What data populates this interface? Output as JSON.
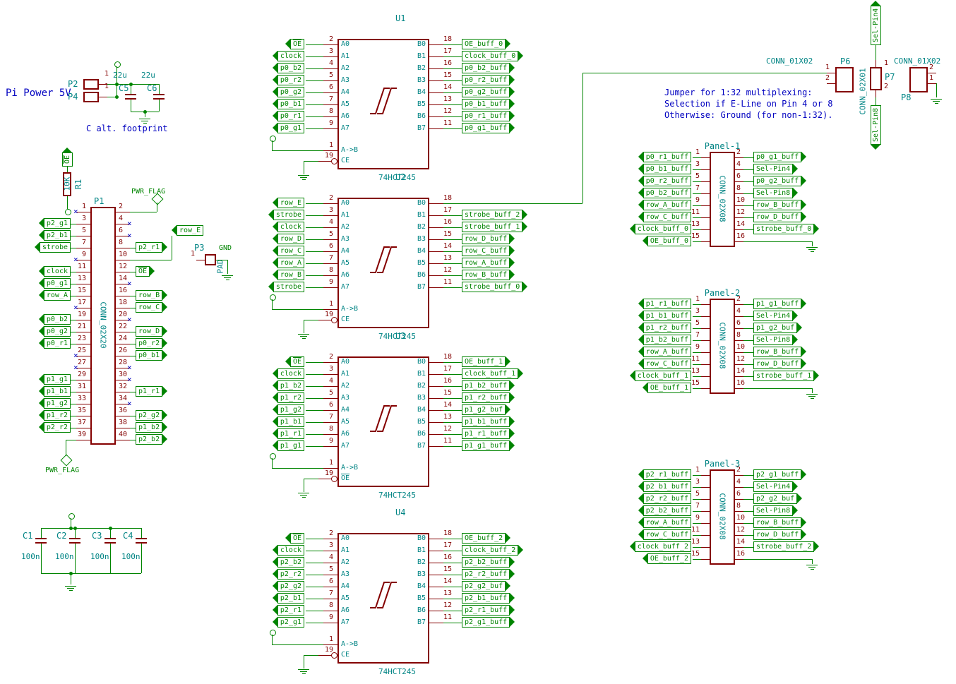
{
  "colors": {
    "wire": "#008400",
    "component": "#840000",
    "pin_number": "#840000",
    "pin_name": "#008484",
    "reference": "#008484",
    "note": "#0000C0",
    "noconnect": "#0000C0",
    "background": "#ffffff"
  },
  "notes": {
    "power_title": "Pi Power 5V",
    "cap_note": "C alt. footprint",
    "jumper_note_line1": "Jumper for 1:32 multiplexing:",
    "jumper_note_line2": "Selection if E-Line on Pin 4 or 8",
    "jumper_note_line3": "Otherwise: Ground (for non-1:32)."
  },
  "power_flag_label": "PWR_FLAG",
  "buffers": [
    {
      "ref": "U1",
      "value": "74HCT245",
      "a_pins": [
        {
          "num": "2",
          "name": "A0",
          "label": "OE",
          "overline": true
        },
        {
          "num": "3",
          "name": "A1",
          "label": "clock"
        },
        {
          "num": "4",
          "name": "A2",
          "label": "p0_b2"
        },
        {
          "num": "5",
          "name": "A3",
          "label": "p0_r2"
        },
        {
          "num": "6",
          "name": "A4",
          "label": "p0_g2"
        },
        {
          "num": "7",
          "name": "A5",
          "label": "p0_b1"
        },
        {
          "num": "8",
          "name": "A6",
          "label": "p0_r1"
        },
        {
          "num": "9",
          "name": "A7",
          "label": "p0_g1"
        }
      ],
      "b_pins": [
        {
          "num": "18",
          "name": "B0",
          "label": "OE_buff_0"
        },
        {
          "num": "17",
          "name": "B1",
          "label": "clock_buff_0"
        },
        {
          "num": "16",
          "name": "B2",
          "label": "p0_b2_buff"
        },
        {
          "num": "15",
          "name": "B3",
          "label": "p0_r2_buff"
        },
        {
          "num": "14",
          "name": "B4",
          "label": "p0_g2_buff"
        },
        {
          "num": "13",
          "name": "B5",
          "label": "p0_b1_buff"
        },
        {
          "num": "12",
          "name": "B6",
          "label": "p0_r1_buff"
        },
        {
          "num": "11",
          "name": "B7",
          "label": "p0_g1_buff"
        }
      ],
      "dir_pin": {
        "num": "1",
        "name": "A->B"
      },
      "enable_pin": {
        "num": "19",
        "name": "CE"
      }
    },
    {
      "ref": "U2",
      "value": "74HCT245",
      "a_pins": [
        {
          "num": "2",
          "name": "A0",
          "label": "row_E"
        },
        {
          "num": "3",
          "name": "A1",
          "label": "strobe"
        },
        {
          "num": "4",
          "name": "A2",
          "label": "clock"
        },
        {
          "num": "5",
          "name": "A3",
          "label": "row_D"
        },
        {
          "num": "6",
          "name": "A4",
          "label": "row_C"
        },
        {
          "num": "7",
          "name": "A5",
          "label": "row_A"
        },
        {
          "num": "8",
          "name": "A6",
          "label": "row_B"
        },
        {
          "num": "9",
          "name": "A7",
          "label": "strobe"
        }
      ],
      "b_pins": [
        {
          "num": "18",
          "name": "B0",
          "label": null
        },
        {
          "num": "17",
          "name": "B1",
          "label": "strobe_buff_2"
        },
        {
          "num": "16",
          "name": "B2",
          "label": "strobe_buff_1"
        },
        {
          "num": "15",
          "name": "B3",
          "label": "row_D_buff"
        },
        {
          "num": "14",
          "name": "B4",
          "label": "row_C_buff"
        },
        {
          "num": "13",
          "name": "B5",
          "label": "row_A_buff"
        },
        {
          "num": "12",
          "name": "B6",
          "label": "row_B_buff"
        },
        {
          "num": "11",
          "name": "B7",
          "label": "strobe_buff_0"
        }
      ],
      "dir_pin": {
        "num": "1",
        "name": "A->B"
      },
      "enable_pin": {
        "num": "19",
        "name": "CE"
      }
    },
    {
      "ref": "U3",
      "value": "74HCT245",
      "a_pins": [
        {
          "num": "2",
          "name": "A0",
          "label": "OE",
          "overline": true
        },
        {
          "num": "3",
          "name": "A1",
          "label": "clock"
        },
        {
          "num": "4",
          "name": "A2",
          "label": "p1_b2"
        },
        {
          "num": "5",
          "name": "A3",
          "label": "p1_r2"
        },
        {
          "num": "6",
          "name": "A4",
          "label": "p1_g2"
        },
        {
          "num": "7",
          "name": "A5",
          "label": "p1_b1"
        },
        {
          "num": "8",
          "name": "A6",
          "label": "p1_r1"
        },
        {
          "num": "9",
          "name": "A7",
          "label": "p1_g1"
        }
      ],
      "b_pins": [
        {
          "num": "18",
          "name": "B0",
          "label": "OE_buff_1"
        },
        {
          "num": "17",
          "name": "B1",
          "label": "clock_buff_1"
        },
        {
          "num": "16",
          "name": "B2",
          "label": "p1_b2_buff"
        },
        {
          "num": "15",
          "name": "B3",
          "label": "p1_r2_buff"
        },
        {
          "num": "14",
          "name": "B4",
          "label": "p1_g2_buf"
        },
        {
          "num": "13",
          "name": "B5",
          "label": "p1_b1_buff"
        },
        {
          "num": "12",
          "name": "B6",
          "label": "p1_r1_buff"
        },
        {
          "num": "11",
          "name": "B7",
          "label": "p1_g1_buff"
        }
      ],
      "dir_pin": {
        "num": "1",
        "name": "A->B"
      },
      "enable_pin": {
        "num": "19",
        "name": "OE",
        "overline": true
      }
    },
    {
      "ref": "U4",
      "value": "74HCT245",
      "a_pins": [
        {
          "num": "2",
          "name": "A0",
          "label": "OE",
          "overline": true
        },
        {
          "num": "3",
          "name": "A1",
          "label": "clock"
        },
        {
          "num": "4",
          "name": "A2",
          "label": "p2_b2"
        },
        {
          "num": "5",
          "name": "A3",
          "label": "p2_r2"
        },
        {
          "num": "6",
          "name": "A4",
          "label": "p2_g2"
        },
        {
          "num": "7",
          "name": "A5",
          "label": "p2_b1"
        },
        {
          "num": "8",
          "name": "A6",
          "label": "p2_r1"
        },
        {
          "num": "9",
          "name": "A7",
          "label": "p2_g1"
        }
      ],
      "b_pins": [
        {
          "num": "18",
          "name": "B0",
          "label": "OE_buff_2"
        },
        {
          "num": "17",
          "name": "B1",
          "label": "clock_buff_2"
        },
        {
          "num": "16",
          "name": "B2",
          "label": "p2_b2_buff"
        },
        {
          "num": "15",
          "name": "B3",
          "label": "p2_r2_buff"
        },
        {
          "num": "14",
          "name": "B4",
          "label": "p2_g2_buf"
        },
        {
          "num": "13",
          "name": "B5",
          "label": "p2_b1_buff"
        },
        {
          "num": "12",
          "name": "B6",
          "label": "p2_r1_buff"
        },
        {
          "num": "11",
          "name": "B7",
          "label": "p2_g1_buff"
        }
      ],
      "dir_pin": {
        "num": "1",
        "name": "A->B"
      },
      "enable_pin": {
        "num": "19",
        "name": "CE"
      }
    }
  ],
  "gpio_header": {
    "ref": "P1",
    "value": "CONN_02X20",
    "left_pins": [
      {
        "num": "1",
        "nc": true
      },
      {
        "num": "3",
        "label": "p2_g1"
      },
      {
        "num": "5",
        "label": "p2_b1"
      },
      {
        "num": "7",
        "label": "strobe"
      },
      {
        "num": "9",
        "nc": true
      },
      {
        "num": "11",
        "label": "clock"
      },
      {
        "num": "13",
        "label": "p0_g1"
      },
      {
        "num": "15",
        "label": "row_A"
      },
      {
        "num": "17",
        "nc": true
      },
      {
        "num": "19",
        "label": "p0_b2"
      },
      {
        "num": "21",
        "label": "p0_g2"
      },
      {
        "num": "23",
        "label": "p0_r1"
      },
      {
        "num": "25",
        "nc": true
      },
      {
        "num": "27",
        "nc": true
      },
      {
        "num": "29",
        "label": "p1_g1"
      },
      {
        "num": "31",
        "label": "p1_b1"
      },
      {
        "num": "33",
        "label": "p1_g2"
      },
      {
        "num": "35",
        "label": "p1_r2"
      },
      {
        "num": "37",
        "label": "p2_r2"
      },
      {
        "num": "39",
        "pwr_flag": true
      }
    ],
    "right_pins": [
      {
        "num": "2",
        "pwr_flag": true
      },
      {
        "num": "4",
        "nc": true
      },
      {
        "num": "6",
        "nc": true
      },
      {
        "num": "8",
        "label": "p2_r1"
      },
      {
        "num": "10",
        "label": "row_E",
        "riser": true
      },
      {
        "num": "12",
        "label": "OE",
        "overline": true
      },
      {
        "num": "14",
        "nc": true
      },
      {
        "num": "16",
        "label": "row_B"
      },
      {
        "num": "18",
        "label": "row_C"
      },
      {
        "num": "20",
        "nc": true
      },
      {
        "num": "22",
        "label": "row_D"
      },
      {
        "num": "24",
        "label": "p0_r2"
      },
      {
        "num": "26",
        "label": "p0_b1"
      },
      {
        "num": "28",
        "nc": true
      },
      {
        "num": "30",
        "nc": true
      },
      {
        "num": "32",
        "label": "p1_r1"
      },
      {
        "num": "34",
        "nc": true
      },
      {
        "num": "36",
        "label": "p2_g2"
      },
      {
        "num": "38",
        "label": "p1_b2"
      },
      {
        "num": "40",
        "label": "p2_b2"
      }
    ]
  },
  "panels": [
    {
      "title": "Panel-1",
      "value": "CONN_02X08",
      "left_pins": [
        {
          "num": "1",
          "label": "p0_r1_buff"
        },
        {
          "num": "3",
          "label": "p0_b1_buff"
        },
        {
          "num": "5",
          "label": "p0_r2_buff"
        },
        {
          "num": "7",
          "label": "p0_b2_buff"
        },
        {
          "num": "9",
          "label": "row_A_buff"
        },
        {
          "num": "11",
          "label": "row_C_buff"
        },
        {
          "num": "13",
          "label": "clock_buff_0"
        },
        {
          "num": "15",
          "label": "OE_buff_0"
        }
      ],
      "right_pins": [
        {
          "num": "2",
          "label": "p0_g1_buff"
        },
        {
          "num": "4",
          "label": "Sel-Pin4"
        },
        {
          "num": "6",
          "label": "p0_g2_buff"
        },
        {
          "num": "8",
          "label": "Sel-Pin8"
        },
        {
          "num": "10",
          "label": "row_B_buff"
        },
        {
          "num": "12",
          "label": "row_D_buff"
        },
        {
          "num": "14",
          "label": "strobe_buff_0"
        },
        {
          "num": "16",
          "gnd": true
        }
      ]
    },
    {
      "title": "Panel-2",
      "value": "CONN_02X08",
      "left_pins": [
        {
          "num": "1",
          "label": "p1_r1_buff"
        },
        {
          "num": "3",
          "label": "p1_b1_buff"
        },
        {
          "num": "5",
          "label": "p1_r2_buff"
        },
        {
          "num": "7",
          "label": "p1_b2_buff"
        },
        {
          "num": "9",
          "label": "row_A_buff"
        },
        {
          "num": "11",
          "label": "row_C_buff"
        },
        {
          "num": "13",
          "label": "clock_buff_1"
        },
        {
          "num": "15",
          "label": "OE_buff_1"
        }
      ],
      "right_pins": [
        {
          "num": "2",
          "label": "p1_g1_buff"
        },
        {
          "num": "4",
          "label": "Sel-Pin4"
        },
        {
          "num": "6",
          "label": "p1_g2_buf"
        },
        {
          "num": "8",
          "label": "Sel-Pin8"
        },
        {
          "num": "10",
          "label": "row_B_buff"
        },
        {
          "num": "12",
          "label": "row_D_buff"
        },
        {
          "num": "14",
          "label": "strobe_buff_1"
        },
        {
          "num": "16",
          "gnd": true
        }
      ]
    },
    {
      "title": "Panel-3",
      "value": "CONN_02X08",
      "left_pins": [
        {
          "num": "1",
          "label": "p2_r1_buff"
        },
        {
          "num": "3",
          "label": "p2_b1_buff"
        },
        {
          "num": "5",
          "label": "p2_r2_buff"
        },
        {
          "num": "7",
          "label": "p2_b2_buff"
        },
        {
          "num": "9",
          "label": "row_A_buff"
        },
        {
          "num": "11",
          "label": "row_C_buff"
        },
        {
          "num": "13",
          "label": "clock_buff_2"
        },
        {
          "num": "15",
          "label": "OE_buff_2"
        }
      ],
      "right_pins": [
        {
          "num": "2",
          "label": "p2_g1_buff"
        },
        {
          "num": "4",
          "label": "Sel-Pin4"
        },
        {
          "num": "6",
          "label": "p2_g2_buf"
        },
        {
          "num": "8",
          "label": "Sel-Pin8"
        },
        {
          "num": "10",
          "label": "row_B_buff"
        },
        {
          "num": "12",
          "label": "row_D_buff"
        },
        {
          "num": "14",
          "label": "strobe_buff_2"
        },
        {
          "num": "16",
          "gnd": true
        }
      ]
    }
  ],
  "jumper_block": {
    "p6": {
      "ref": "P6",
      "value": "CONN_01X02",
      "pin_numbers": [
        "1",
        "2"
      ]
    },
    "p7": {
      "ref": "P7",
      "value": "CONN_02X01",
      "pin_numbers": [
        "1",
        "2"
      ],
      "top_label": "Sel-Pin4",
      "bottom_label": "Sel-Pin8"
    },
    "p8": {
      "ref": "P8",
      "value": "CONN_01X02",
      "pin_numbers": [
        "2",
        "1"
      ]
    }
  },
  "power_input": {
    "pads": [
      {
        "ref": "P2",
        "pin": "1"
      },
      {
        "ref": "P4",
        "pin": "1"
      }
    ],
    "caps": [
      {
        "ref": "C5",
        "value": "22u"
      },
      {
        "ref": "C6",
        "value": "22u"
      }
    ]
  },
  "pullup": {
    "ref": "R1",
    "value": "10K",
    "net": "OE"
  },
  "decoupling_caps": [
    {
      "ref": "C1",
      "value": "100n"
    },
    {
      "ref": "C2",
      "value": "100n"
    },
    {
      "ref": "C3",
      "value": "100n"
    },
    {
      "ref": "C4",
      "value": "100n"
    }
  ],
  "pad_p3": {
    "ref": "P3",
    "value": "PAD",
    "pin": "1",
    "net": "GND"
  }
}
